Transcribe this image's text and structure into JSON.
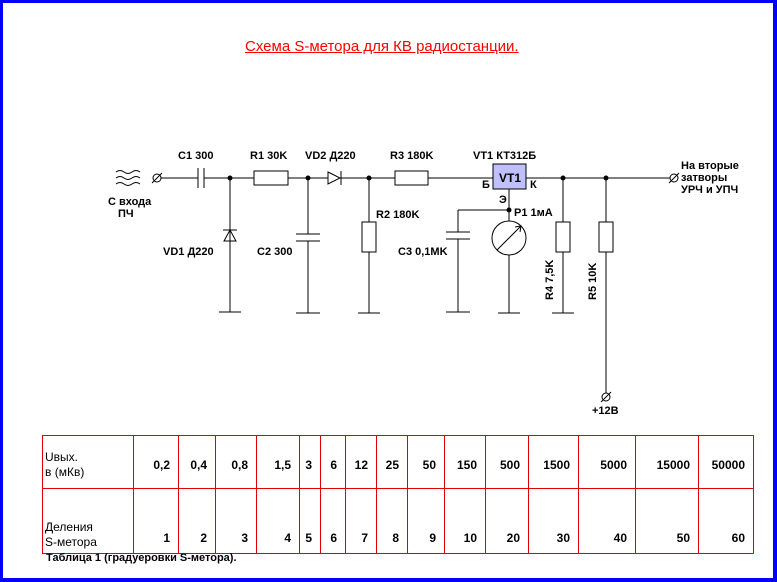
{
  "title": "Схема S-метора для КВ радиостанции.",
  "colors": {
    "frame": "#0000ff",
    "title": "#ff0000",
    "table_border": "#e00000",
    "transistor_fill": "#c0c0ff"
  },
  "schematic": {
    "input_label_line1": "С входа",
    "input_label_line2": "ПЧ",
    "output_label_line1": "На вторые",
    "output_label_line2": "затворы",
    "output_label_line3": "УРЧ и УПЧ",
    "power_label": "+12В",
    "components": {
      "C1": "C1 300",
      "R1": "R1 30K",
      "VD2": "VD2 Д220",
      "R3": "R3 180K",
      "VT1": "VT1 КТ312Б",
      "VT1_box": "VT1",
      "VT1_base": "Б",
      "VT1_collector": "К",
      "VT1_emitter": "Э",
      "VD1": "VD1 Д220",
      "C2": "C2 300",
      "R2": "R2 180K",
      "C3": "C3 0,1MK",
      "P1": "P1 1мА",
      "R4": "R4 7,5K",
      "R5": "R5 10K"
    }
  },
  "table": {
    "row1_header_line1": "Uвых.",
    "row1_header_line2": "в (мКв)",
    "row2_header_line1": "Деления",
    "row2_header_line2": "S-метора",
    "voltages": [
      "0,2",
      "0,4",
      "0,8",
      "1,5",
      "3",
      "6",
      "12",
      "25",
      "50",
      "150",
      "500",
      "1500",
      "5000",
      "15000",
      "50000"
    ],
    "divisions": [
      "1",
      "2",
      "3",
      "4",
      "5",
      "6",
      "7",
      "8",
      "9",
      "10",
      "20",
      "30",
      "40",
      "50",
      "60"
    ]
  },
  "caption": "Таблица 1 (градуеровки S-метора)."
}
